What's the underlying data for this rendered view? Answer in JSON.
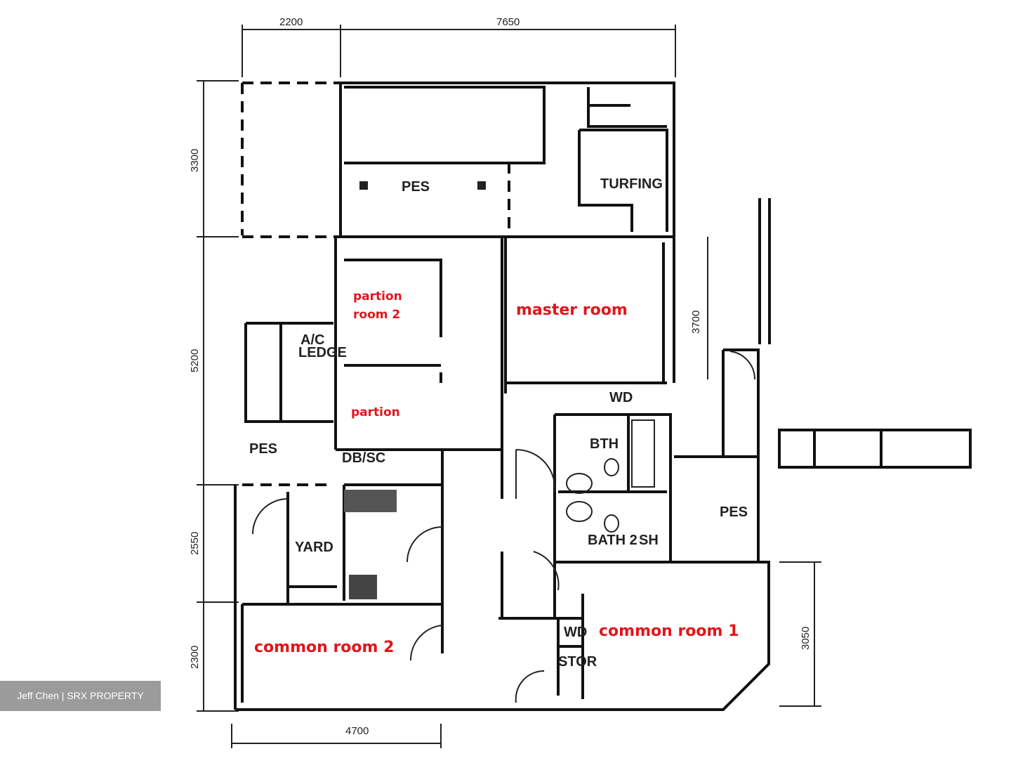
{
  "dimensions": {
    "top_left": "2200",
    "top_right": "7650",
    "left_1": "3300",
    "left_2": "5200",
    "left_3": "2550",
    "left_4": "2300",
    "bottom": "4700",
    "right_master": "3700",
    "right_common1": "3050"
  },
  "rooms": {
    "pes_top": "PES",
    "turfing": "TURFING",
    "ac_ledge_1": "A/C",
    "ac_ledge_2": "LEDGE",
    "pes_left": "PES",
    "db_sc": "DB/SC",
    "yard": "YARD",
    "bth_1": "BTH",
    "bath_2": "BATH 2",
    "sh": "SH",
    "wd_master": "WD",
    "wd_common": "WD",
    "stor": "STOR",
    "pes_right": "PES"
  },
  "annotations": {
    "partition_room_2_line1": "partion",
    "partition_room_2_line2": "room 2",
    "partition": "partion",
    "master_room": "master room",
    "common_room_1": "common room 1",
    "common_room_2": "common room 2"
  },
  "annotation_color": "#e0161c",
  "watermark": "Jeff Chen | SRX PROPERTY"
}
